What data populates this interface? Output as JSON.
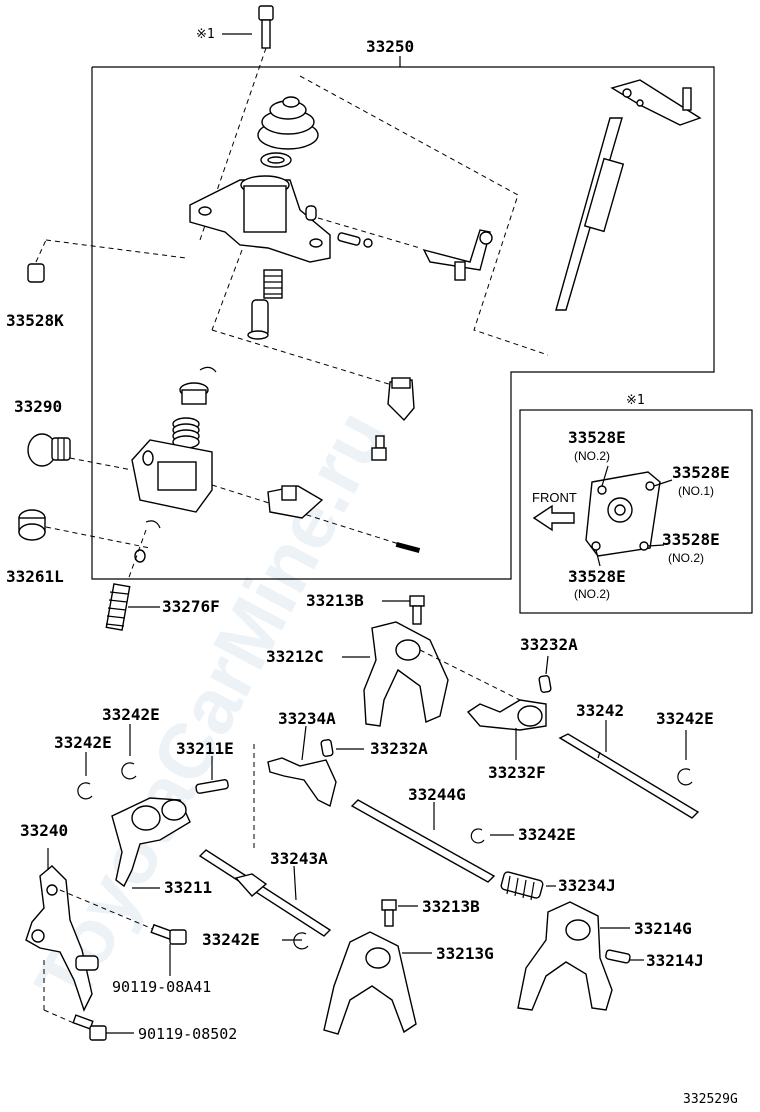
{
  "diagram": {
    "watermark": "ToyotaCarMine.ru",
    "footer_code": "332529G",
    "note_marker": "※1",
    "inset": {
      "marker": "※1",
      "front_label": "FRONT",
      "labels": [
        {
          "text": "33528E",
          "sub": "(NO.2)"
        },
        {
          "text": "33528E",
          "sub": "(NO.1)"
        },
        {
          "text": "33528E",
          "sub": "(NO.2)"
        },
        {
          "text": "33528E",
          "sub": "(NO.2)"
        }
      ]
    },
    "labels": {
      "p33250": "33250",
      "p33528K": "33528K",
      "p33290": "33290",
      "p33261L": "33261L",
      "p33276F": "33276F",
      "p33213B_top": "33213B",
      "p33212C": "33212C",
      "p33232A_top": "33232A",
      "p33242": "33242",
      "p33242E_right": "33242E",
      "p33234A": "33234A",
      "p33232A_mid": "33232A",
      "p33232F": "33232F",
      "p33242E_left1": "33242E",
      "p33242E_left2": "33242E",
      "p33211E": "33211E",
      "p33244G": "33244G",
      "p33242E_mid": "33242E",
      "p33240": "33240",
      "p33211": "33211",
      "p33243A": "33243A",
      "p33234J": "33234J",
      "p33213B_bottom": "33213B",
      "p33214G": "33214G",
      "p33242E_bottom": "33242E",
      "p33213G": "33213G",
      "p33214J": "33214J",
      "p90119_08A41": "90119-08A41",
      "p90119_08502": "90119-08502"
    }
  }
}
